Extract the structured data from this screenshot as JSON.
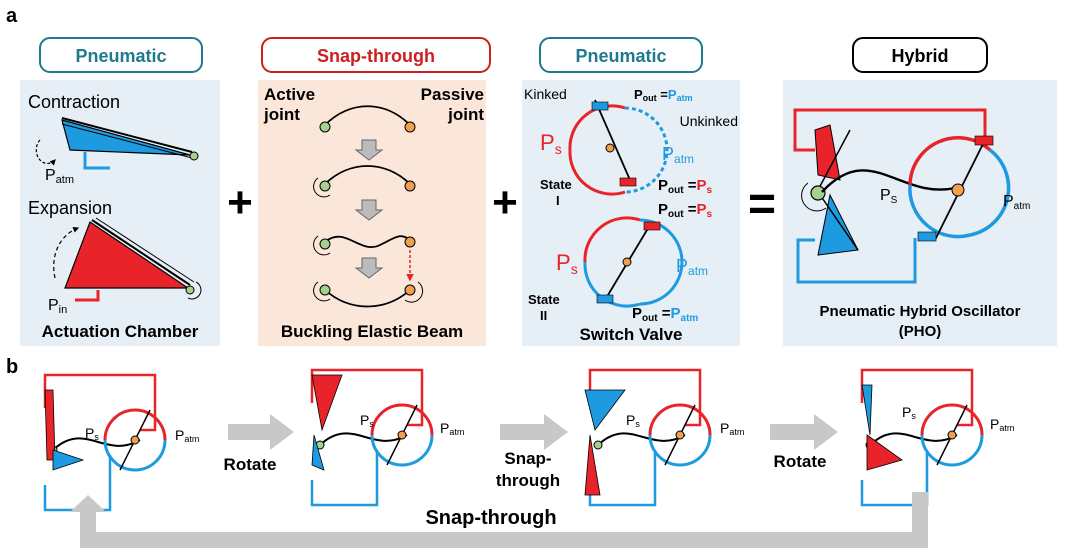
{
  "panel_a": {
    "letter": "a",
    "headers": [
      {
        "text": "Pneumatic",
        "color": "#1f7a8c"
      },
      {
        "text": "Snap-through",
        "color": "#cc1f1f"
      },
      {
        "text": "Pneumatic",
        "color": "#1f7a8c"
      },
      {
        "text": "Hybrid",
        "color": "#000000"
      }
    ],
    "operators": {
      "plus1": "+",
      "plus2": "+",
      "equals": "="
    },
    "chamber": {
      "contraction": "Contraction",
      "p_atm": "P",
      "p_atm_sub": "atm",
      "expansion": "Expansion",
      "p_in": "P",
      "p_in_sub": "in",
      "caption": "Actuation Chamber"
    },
    "beam": {
      "active": "Active joint",
      "active_l1": "Active",
      "active_l2": "joint",
      "passive_l1": "Passive",
      "passive_l2": "joint",
      "caption": "Buckling Elastic Beam"
    },
    "valve": {
      "kinked": "Kinked",
      "unkinked": "Unkinked",
      "pout": "P",
      "pout_sub": "out",
      "eq": " =",
      "p": "P",
      "atm": "atm",
      "s": "s",
      "state": "State",
      "state_1": "I",
      "state_2": "II",
      "caption": "Switch Valve"
    },
    "pho": {
      "ps": "P",
      "ps_sub": "S",
      "patm": "P",
      "patm_sub": "atm",
      "caption_1": "Pneumatic Hybrid Oscillator",
      "caption_2": "(PHO)"
    }
  },
  "panel_b": {
    "letter": "b",
    "steps": [
      "Rotate",
      "Snap-",
      "through",
      "Rotate"
    ],
    "bottom": "Snap-through",
    "ps": "P",
    "ps_sub": "s",
    "patm": "P",
    "patm_sub": "atm"
  },
  "colors": {
    "red": "#e8242a",
    "blue": "#1e9be0",
    "teal": "#1f7a8c",
    "panel_blue": "#e6eef6",
    "panel_peach": "#fbe6da",
    "arrow_gray": "#c8c8c8"
  }
}
